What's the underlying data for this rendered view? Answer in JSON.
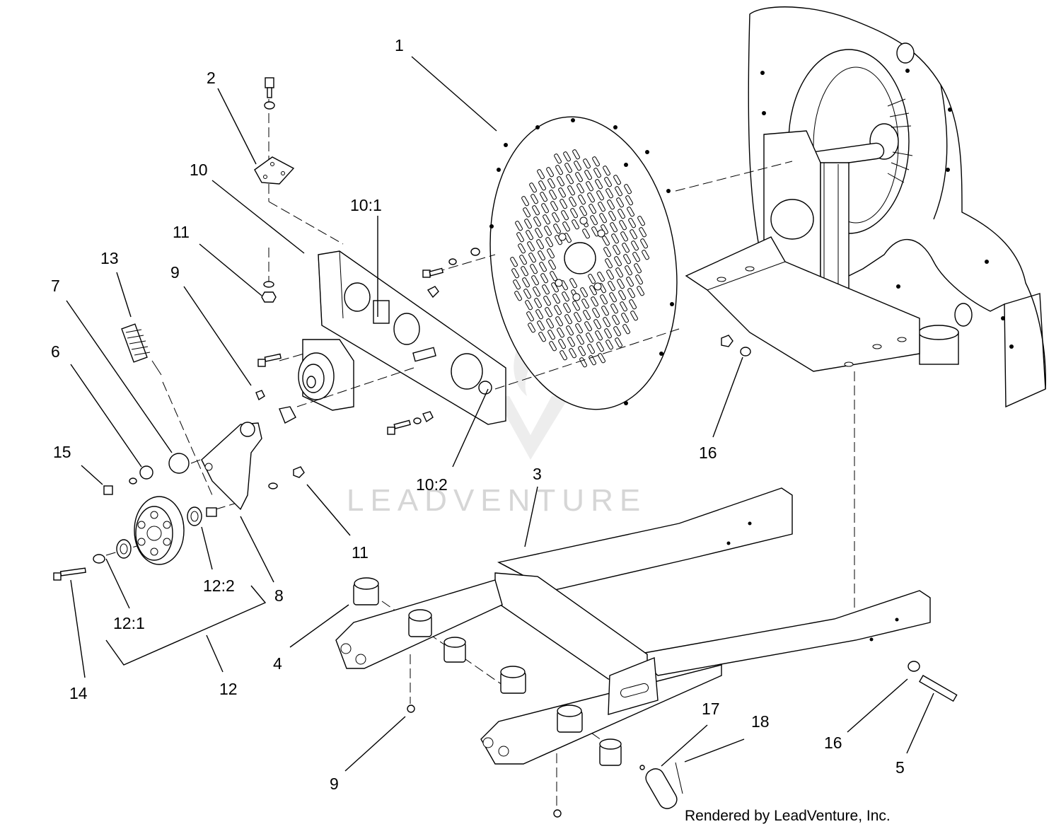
{
  "callouts": {
    "c1": "1",
    "c2": "2",
    "c3": "3",
    "c4": "4",
    "c5": "5",
    "c6": "6",
    "c7": "7",
    "c8": "8",
    "c9a": "9",
    "c9b": "9",
    "c10": "10",
    "c10_1": "10:1",
    "c10_2": "10:2",
    "c11a": "11",
    "c11b": "11",
    "c12": "12",
    "c12_1": "12:1",
    "c12_2": "12:2",
    "c13": "13",
    "c14": "14",
    "c15": "15",
    "c16a": "16",
    "c16b": "16",
    "c17": "17",
    "c18": "18"
  },
  "watermark": {
    "text": "LEADVENTURE",
    "logo": "leadventure-logo-icon"
  },
  "credit": "Rendered by LeadVenture, Inc."
}
